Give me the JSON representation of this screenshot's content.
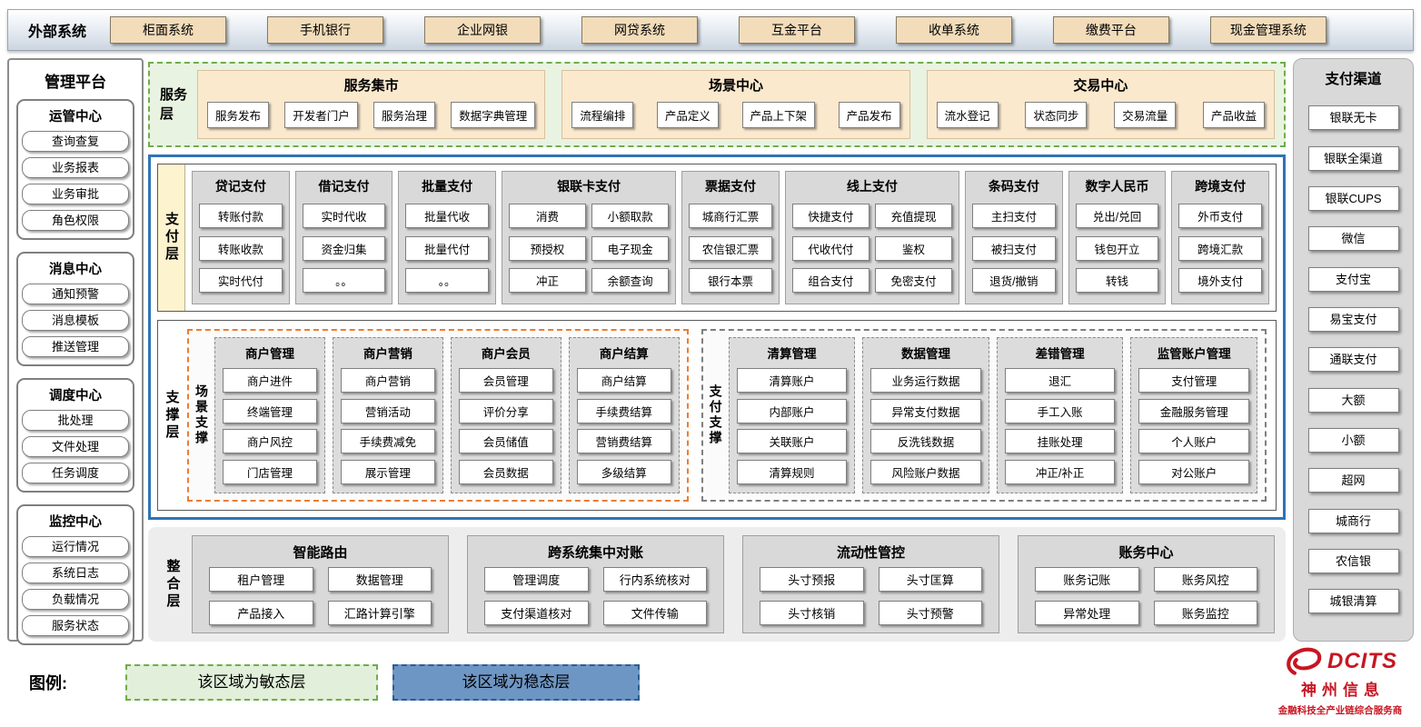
{
  "external_systems": {
    "label": "外部系统",
    "items": [
      "柜面系统",
      "手机银行",
      "企业网银",
      "网贷系统",
      "互金平台",
      "收单系统",
      "缴费平台",
      "现金管理系统"
    ]
  },
  "management_platform": {
    "title": "管理平台",
    "groups": [
      {
        "title": "运管中心",
        "items": [
          "查询查复",
          "业务报表",
          "业务审批",
          "角色权限"
        ]
      },
      {
        "title": "消息中心",
        "items": [
          "通知预警",
          "消息模板",
          "推送管理"
        ]
      },
      {
        "title": "调度中心",
        "items": [
          "批处理",
          "文件处理",
          "任务调度"
        ]
      },
      {
        "title": "监控中心",
        "items": [
          "运行情况",
          "系统日志",
          "负载情况",
          "服务状态"
        ]
      }
    ]
  },
  "service_layer": {
    "label": "服务层",
    "groups": [
      {
        "title": "服务集市",
        "items": [
          "服务发布",
          "开发者门户",
          "服务治理",
          "数据字典管理"
        ]
      },
      {
        "title": "场景中心",
        "items": [
          "流程编排",
          "产品定义",
          "产品上下架",
          "产品发布"
        ]
      },
      {
        "title": "交易中心",
        "items": [
          "流水登记",
          "状态同步",
          "交易流量",
          "产品收益"
        ]
      }
    ]
  },
  "payment_layer": {
    "label": "支付层",
    "columns": [
      {
        "title": "贷记支付",
        "rows": [
          [
            "转账付款"
          ],
          [
            "转账收款"
          ],
          [
            "实时代付"
          ]
        ]
      },
      {
        "title": "借记支付",
        "rows": [
          [
            "实时代收"
          ],
          [
            "资金归集"
          ],
          [
            "。。"
          ]
        ]
      },
      {
        "title": "批量支付",
        "rows": [
          [
            "批量代收"
          ],
          [
            "批量代付"
          ],
          [
            "。。"
          ]
        ]
      },
      {
        "title": "银联卡支付",
        "rows": [
          [
            "消费",
            "小额取款"
          ],
          [
            "预授权",
            "电子现金"
          ],
          [
            "冲正",
            "余额查询"
          ]
        ]
      },
      {
        "title": "票据支付",
        "rows": [
          [
            "城商行汇票"
          ],
          [
            "农信银汇票"
          ],
          [
            "银行本票"
          ]
        ]
      },
      {
        "title": "线上支付",
        "rows": [
          [
            "快捷支付",
            "充值提现"
          ],
          [
            "代收代付",
            "鉴权"
          ],
          [
            "组合支付",
            "免密支付"
          ]
        ]
      },
      {
        "title": "条码支付",
        "rows": [
          [
            "主扫支付"
          ],
          [
            "被扫支付"
          ],
          [
            "退货/撤销"
          ]
        ]
      },
      {
        "title": "数字人民币",
        "rows": [
          [
            "兑出/兑回"
          ],
          [
            "钱包开立"
          ],
          [
            "转钱"
          ]
        ]
      },
      {
        "title": "跨境支付",
        "rows": [
          [
            "外币支付"
          ],
          [
            "跨境汇款"
          ],
          [
            "境外支付"
          ]
        ]
      }
    ]
  },
  "support_layer": {
    "label": "支撑层",
    "groups": [
      {
        "label": "场景支撑",
        "style": "orange",
        "columns": [
          {
            "title": "商户管理",
            "items": [
              "商户进件",
              "终端管理",
              "商户风控",
              "门店管理"
            ]
          },
          {
            "title": "商户营销",
            "items": [
              "商户营销",
              "营销活动",
              "手续费减免",
              "展示管理"
            ]
          },
          {
            "title": "商户会员",
            "items": [
              "会员管理",
              "评价分享",
              "会员储值",
              "会员数据"
            ]
          },
          {
            "title": "商户结算",
            "items": [
              "商户结算",
              "手续费结算",
              "营销费结算",
              "多级结算"
            ]
          }
        ]
      },
      {
        "label": "支付支撑",
        "style": "gray",
        "columns": [
          {
            "title": "清算管理",
            "items": [
              "清算账户",
              "内部账户",
              "关联账户",
              "清算规则"
            ]
          },
          {
            "title": "数据管理",
            "items": [
              "业务运行数据",
              "异常支付数据",
              "反洗钱数据",
              "风险账户数据"
            ]
          },
          {
            "title": "差错管理",
            "items": [
              "退汇",
              "手工入账",
              "挂账处理",
              "冲正/补正"
            ]
          },
          {
            "title": "监管账户管理",
            "items": [
              "支付管理",
              "金融服务管理",
              "个人账户",
              "对公账户"
            ]
          }
        ]
      }
    ]
  },
  "integration_layer": {
    "label": "整合层",
    "groups": [
      {
        "title": "智能路由",
        "items": [
          "租户管理",
          "数据管理",
          "产品接入",
          "汇路计算引擎"
        ]
      },
      {
        "title": "跨系统集中对账",
        "items": [
          "管理调度",
          "行内系统核对",
          "支付渠道核对",
          "文件传输"
        ]
      },
      {
        "title": "流动性管控",
        "items": [
          "头寸预报",
          "头寸匡算",
          "头寸核销",
          "头寸预警"
        ]
      },
      {
        "title": "账务中心",
        "items": [
          "账务记账",
          "账务风控",
          "异常处理",
          "账务监控"
        ]
      }
    ]
  },
  "payment_channels": {
    "title": "支付渠道",
    "items": [
      "银联无卡",
      "银联全渠道",
      "银联CUPS",
      "微信",
      "支付宝",
      "易宝支付",
      "通联支付",
      "大额",
      "小额",
      "超网",
      "城商行",
      "农信银",
      "城银清算"
    ]
  },
  "legend": {
    "label": "图例:",
    "items": [
      {
        "text": "该区域为敏态层",
        "style": "agile"
      },
      {
        "text": "该区域为稳态层",
        "style": "stable"
      }
    ]
  },
  "logo": {
    "brand": "DCITS",
    "company": "神州信息",
    "tagline": "金融科技全产业链综合服务商"
  },
  "colors": {
    "agile_green_border": "#6fad4b",
    "agile_green_fill": "#e2efda",
    "stable_blue_border": "#2e74b5",
    "stable_blue_fill": "#6e96c4",
    "tan_fill": "#f2dcba",
    "cream_fill": "#fbe9ce",
    "payment_label_fill": "#fdf3cf",
    "gray_fill": "#d9d9d9",
    "scene_support_border": "#ed7d31",
    "brand_red": "#c71622"
  }
}
